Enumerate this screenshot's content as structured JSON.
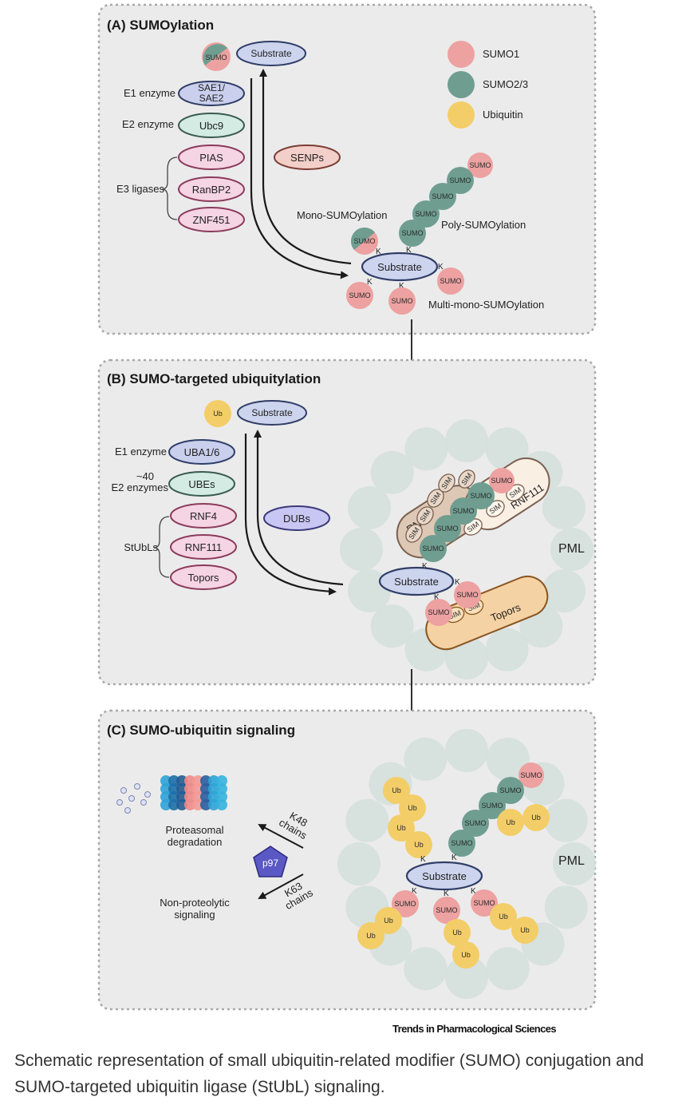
{
  "colors": {
    "panel_bg": "#ebebeb",
    "panel_border": "#a9a9a9",
    "sumo1": "#eda1a1",
    "sumo23": "#6f9e91",
    "ubiquitin": "#f3ce68",
    "pml": "#d3dfdc",
    "substrate_fill": "#cdd4ee",
    "substrate_stroke": "#2f3d66",
    "e1_fill": "#c9cfec",
    "e2_fill": "#d3ebe3",
    "e3_fill": "#f5d4e4",
    "e3_stroke": "#8a3a5a",
    "senp_fill": "#f2cfc8",
    "dub_fill": "#c8c6f2",
    "rnf4_fill": "#ddc7b5",
    "rnf111_fill": "#faefe3",
    "topors_fill": "#f5d2a3",
    "p97": "#5a58c4"
  },
  "legend": [
    {
      "label": "SUMO1",
      "color_key": "sumo1"
    },
    {
      "label": "SUMO2/3",
      "color_key": "sumo23"
    },
    {
      "label": "Ubiquitin",
      "color_key": "ubiquitin"
    }
  ],
  "panel_a": {
    "title": "(A) SUMOylation",
    "sumo_label": "SUMO",
    "substrate": "Substrate",
    "e1_label": "E1 enzyme",
    "e1_enzyme_line1": "SAE1/",
    "e1_enzyme_line2": "SAE2",
    "e2_label": "E2 enzyme",
    "e2_enzyme": "Ubc9",
    "e3_label": "E3 ligases",
    "e3_enzymes": [
      "PIAS",
      "RanBP2",
      "ZNF451"
    ],
    "protease": "SENPs",
    "mono": "Mono-SUMOylation",
    "poly": "Poly-SUMOylation",
    "multi": "Multi-mono-SUMOylation",
    "lysine": "K"
  },
  "panel_b": {
    "title": "(B) SUMO-targeted ubiquitylation",
    "ub_label": "Ub",
    "substrate": "Substrate",
    "e1_label": "E1 enzyme",
    "e1_enzyme": "UBA1/6",
    "e2_label_line1": "~40",
    "e2_label_line2": "E2 enzymes",
    "e2_enzyme": "UBEs",
    "e3_label": "StUbLs",
    "e3_enzymes": [
      "RNF4",
      "RNF111",
      "Topors"
    ],
    "protease": "DUBs",
    "rnf4": "RNF4",
    "rnf111": "RNF111",
    "topors": "Topors",
    "sim": "SIM",
    "sumo": "SUMO",
    "pml": "PML",
    "lysine": "K"
  },
  "panel_c": {
    "title": "(C) SUMO-ubiquitin signaling",
    "proteasomal_line1": "Proteasomal",
    "proteasomal_line2": "degradation",
    "nonprot_line1": "Non-proteolytic",
    "nonprot_line2": "signaling",
    "p97": "p97",
    "k48_line1": "K48",
    "k48_line2": "chains",
    "k63_line1": "K63",
    "k63_line2": "chains",
    "substrate": "Substrate",
    "sumo": "SUMO",
    "ub": "Ub",
    "pml": "PML",
    "lysine": "K"
  },
  "journal": "Trends in Pharmacological Sciences",
  "caption": "Schematic representation of small ubiquitin-related modifier (SUMO) conjugation and SUMO-targeted ubiquitin ligase (StUbL) signaling."
}
